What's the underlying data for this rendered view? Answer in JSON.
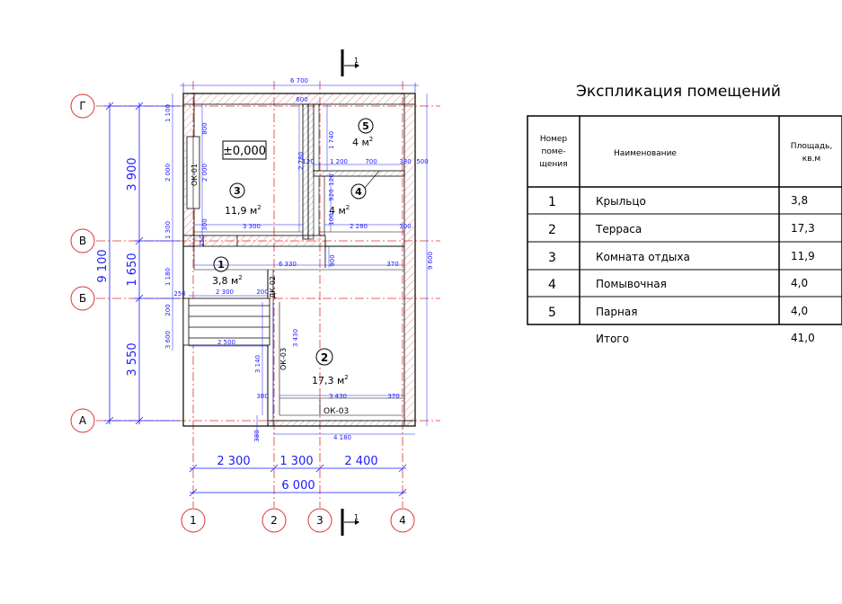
{
  "title": "Экспликация помещений",
  "table": {
    "headers": {
      "number": [
        "Номер",
        "поме-",
        "щения"
      ],
      "name": "Наименование",
      "area": [
        "Площадь,",
        "кв.м"
      ]
    },
    "rows": [
      {
        "num": "1",
        "name": "Крыльцо",
        "area": "3,8"
      },
      {
        "num": "2",
        "name": "Терраса",
        "area": "17,3"
      },
      {
        "num": "3",
        "name": "Комната отдыха",
        "area": "11,9"
      },
      {
        "num": "4",
        "name": "Помывочная",
        "area": "4,0"
      },
      {
        "num": "5",
        "name": "Парная",
        "area": "4,0"
      }
    ],
    "total": {
      "label": "Итого",
      "area": "41,0"
    }
  },
  "axes": {
    "rows": [
      "Г",
      "В",
      "Б",
      "А"
    ],
    "cols": [
      "1",
      "2",
      "3",
      "4"
    ]
  },
  "section_mark": "1",
  "level_mark": "±0,000",
  "rooms": [
    {
      "num": "3",
      "area": "11,9 м",
      "sup": "2"
    },
    {
      "num": "5",
      "area": "4 м",
      "sup": "2"
    },
    {
      "num": "4",
      "area": "4 м",
      "sup": "2"
    },
    {
      "num": "1",
      "area": "3,8 м",
      "sup": "2"
    },
    {
      "num": "2",
      "area": "17,3 м",
      "sup": "2"
    }
  ],
  "openings": [
    "ОК-01",
    "ДК-02",
    "ОК-03",
    "ОК-03"
  ],
  "dims": {
    "left_outer": "9 100",
    "left_segments": [
      "3 900",
      "1 650",
      "3 550"
    ],
    "bottom_segments": [
      "2 300",
      "1 300",
      "2 400"
    ],
    "bottom_total": "6 000",
    "top": "6 700",
    "small": [
      "1 100",
      "800",
      "2 000",
      "2 000",
      "1 300",
      "300",
      "1 180",
      "250",
      "200",
      "3 600",
      "3 300",
      "600",
      "1 740",
      "2 780",
      "120",
      "1 200",
      "700",
      "380",
      "500",
      "920",
      "120",
      "100",
      "2 280",
      "300",
      "6 330",
      "370",
      "900",
      "9 600",
      "2 300",
      "200",
      "3 140",
      "3 430",
      "2 500",
      "380",
      "3 430",
      "370",
      "380",
      "4 180",
      "250"
    ]
  }
}
